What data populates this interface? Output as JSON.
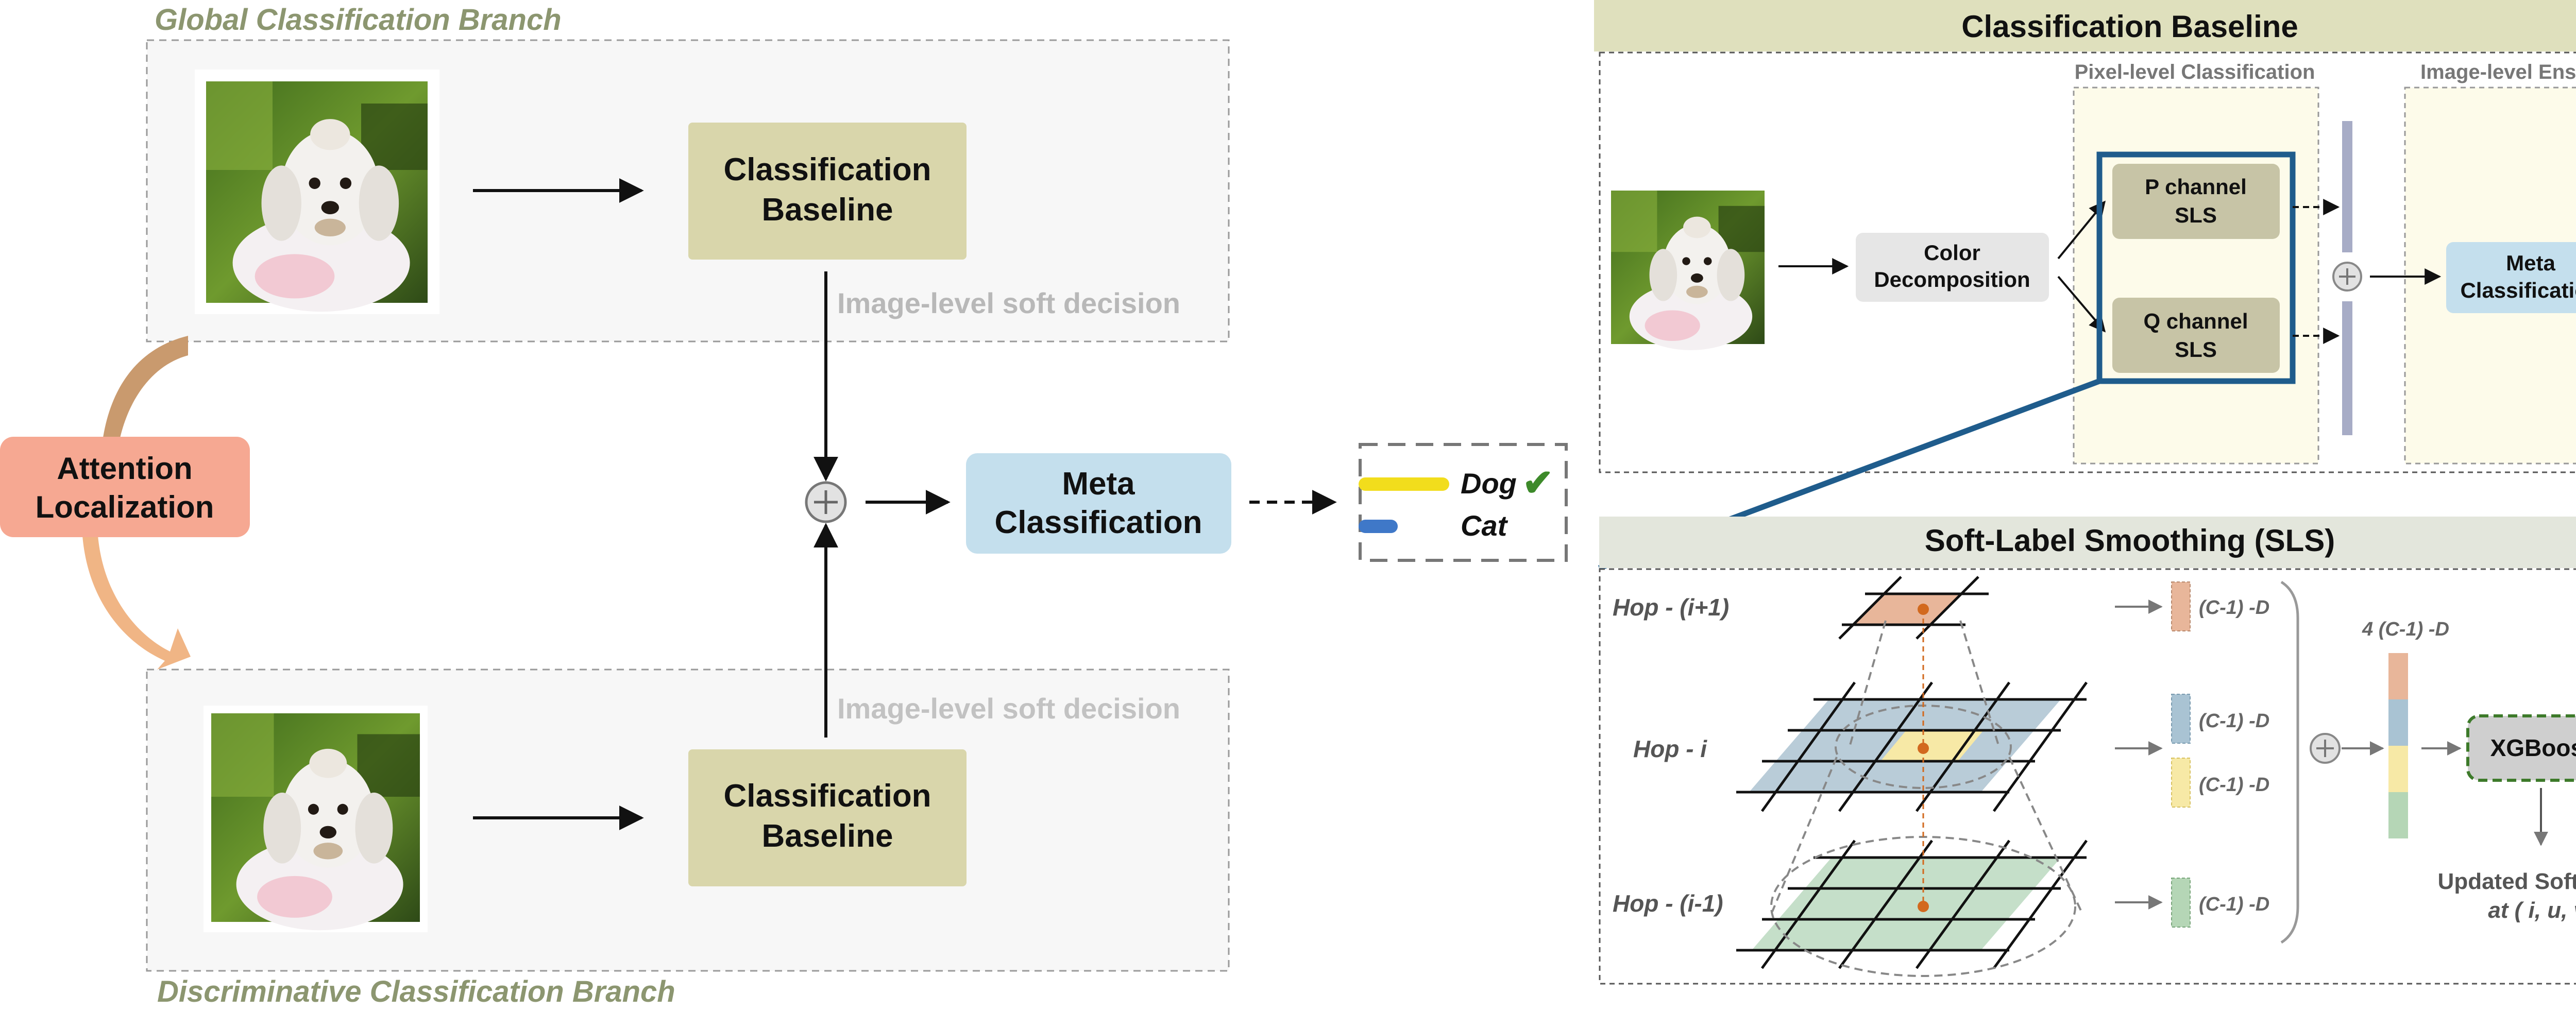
{
  "global_branch": {
    "title": "Global Classification Branch",
    "baseline_line1": "Classification",
    "baseline_line2": "Baseline",
    "soft_decision": "Image-level soft decision"
  },
  "discriminative_branch": {
    "title": "Discriminative Classification Branch",
    "baseline_line1": "Classification",
    "baseline_line2": "Baseline",
    "soft_decision": "Image-level soft decision"
  },
  "attention": {
    "line1": "Attention",
    "line2": "Localization"
  },
  "meta_main": {
    "line1": "Meta",
    "line2": "Classification"
  },
  "legend": {
    "items": [
      {
        "label": "Dog",
        "color": "#f2dd1c",
        "check": "✔"
      },
      {
        "label": "Cat",
        "color": "#3f78c8"
      }
    ]
  },
  "baseline_panel": {
    "title": "Classification Baseline",
    "pixel_section": "Pixel-level Classification",
    "image_section": "Image-level Ensemble",
    "color_decomp_line1": "Color",
    "color_decomp_line2": "Decomposition",
    "p_line1": "P channel",
    "p_line2": "SLS",
    "q_line1": "Q channel",
    "q_line2": "SLS",
    "meta_line1": "Meta",
    "meta_line2": "Classification"
  },
  "sls_panel": {
    "title": "Soft-Label Smoothing (SLS)",
    "hop_up": "Hop - (i+1)",
    "hop_mid": "Hop - i",
    "hop_down": "Hop - (i-1)",
    "dim_label": "(C-1) -D",
    "concat_label": "4 (C-1) -D",
    "xgboost": "XGBoost",
    "updated_line1": "Updated Soft Label",
    "updated_line2": "at ( i, u, v)",
    "vec_colors": [
      "#e8b69a",
      "#a9c3d3",
      "#f7e9a6",
      "#b5d6b6"
    ]
  },
  "colors": {
    "baseline_fill": "#d9d6ab",
    "meta_fill": "#c4dfed",
    "attention_fill": "#f6a892",
    "branch_title": "#8c9670",
    "soft_text": "#b8b8b8",
    "panel_header": "#dfe0bd",
    "sls_header": "#e3e6dc",
    "frame_blue": "#1f5c8c",
    "pixel_fill": "#fdfbea"
  }
}
